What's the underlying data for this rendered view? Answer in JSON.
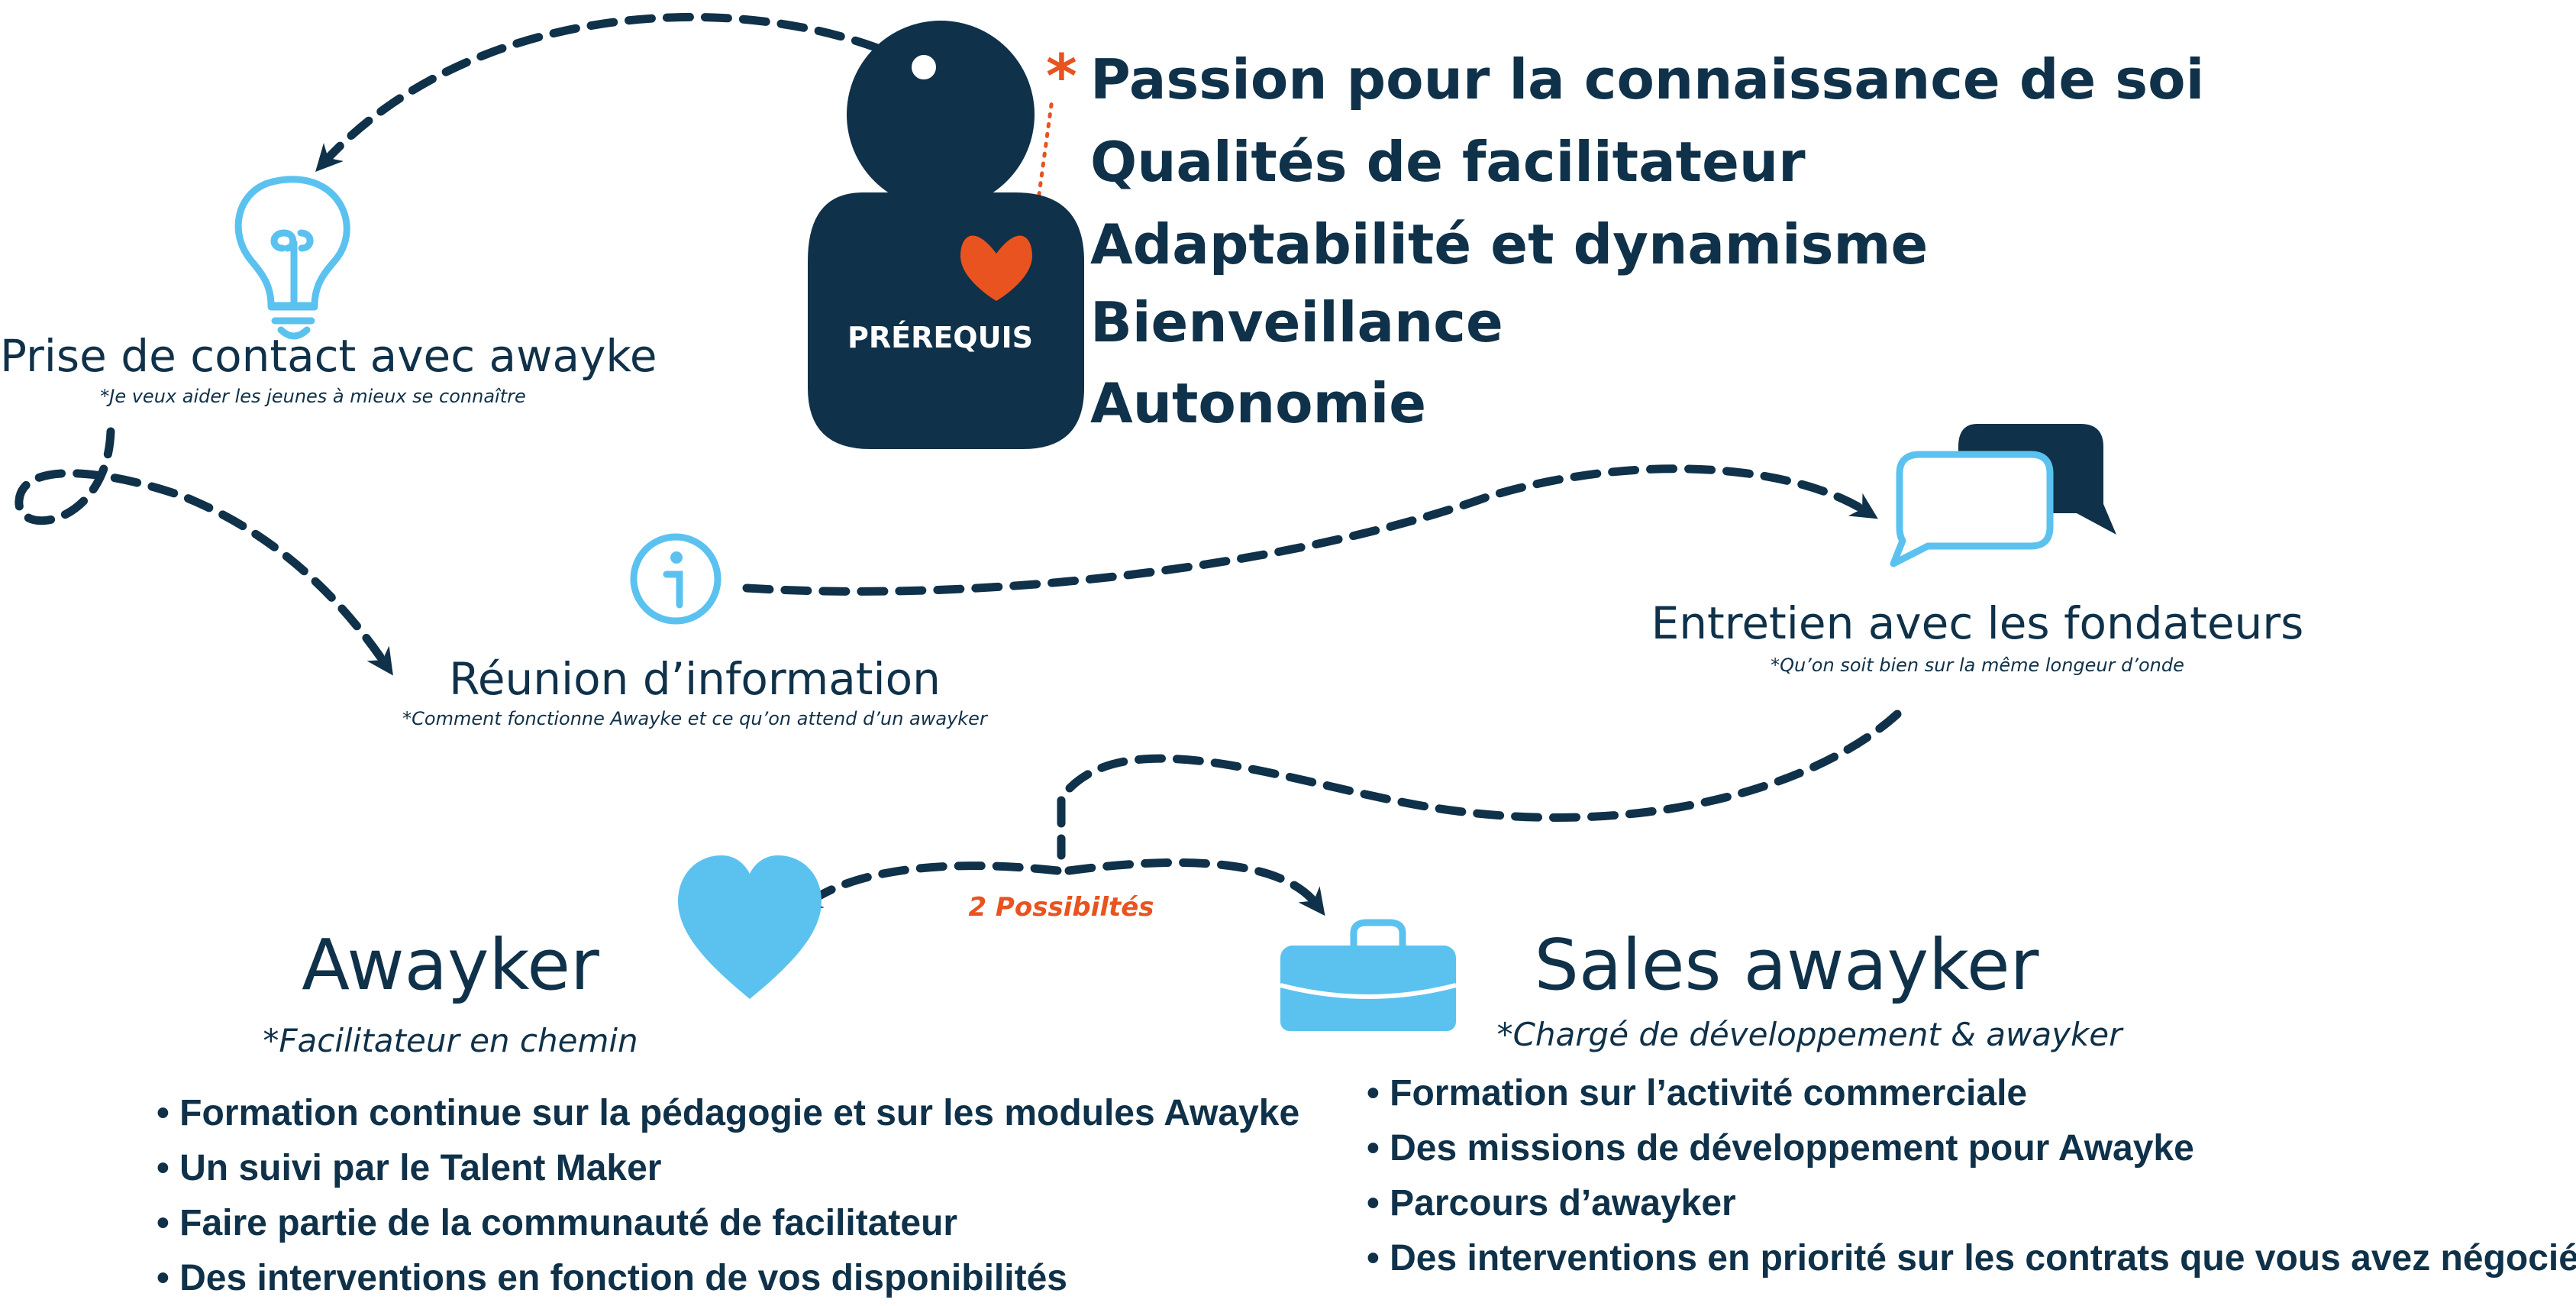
{
  "colors": {
    "navy": "#0f3149",
    "light_blue": "#5bc2f0",
    "orange": "#e8531f",
    "white": "#ffffff"
  },
  "prerequisites": {
    "badge": "PRÉREQUIS",
    "asterisk": "*",
    "items": [
      "Passion pour la connaissance de soi",
      "Qualités de facilitateur",
      "Adaptabilité et dynamisme",
      "Bienveillance",
      "Autonomie"
    ]
  },
  "steps": {
    "contact": {
      "title": "Prise de contact avec awayke",
      "note": "*Je veux aider les jeunes à mieux se connaître",
      "icon": "lightbulb-icon"
    },
    "info_meeting": {
      "title": "Réunion d’information",
      "note": "*Comment fonctionne Awayke et ce qu’on attend d’un awayker",
      "icon": "info-icon"
    },
    "interview": {
      "title": "Entretien avec les fondateurs",
      "note": "*Qu’on soit bien sur la même longeur d’onde",
      "icon": "chat-bubbles-icon"
    }
  },
  "split_label": "2 Possibiltés",
  "paths": {
    "awayker": {
      "title": "Awayker",
      "subtitle": "*Facilitateur en chemin",
      "icon": "heart-icon",
      "items": [
        "Formation continue sur la pédagogie et sur les modules Awayke",
        "Un suivi par le Talent Maker",
        "Faire partie de la communauté de facilitateur",
        "Des interventions en fonction de vos disponibilités"
      ]
    },
    "sales": {
      "title": "Sales awayker",
      "subtitle": "*Chargé de développement & awayker",
      "icon": "briefcase-icon",
      "items": [
        "Formation sur l’activité commerciale",
        "Des missions de développement pour Awayke",
        "Parcours d’awayker",
        "Des interventions en priorité sur les contrats que vous avez négociés"
      ]
    }
  }
}
